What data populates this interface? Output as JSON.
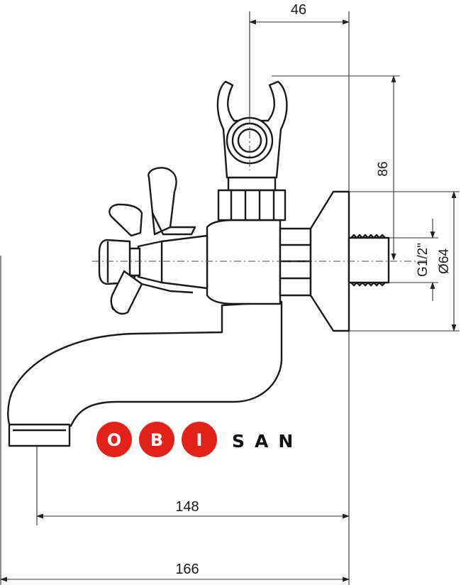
{
  "dimensions": {
    "top_width": "46",
    "height_right": "86",
    "thread": "G1/2\"",
    "flange_diameter": "Ø64",
    "spout_reach": "148",
    "overall_length": "166"
  },
  "logo": {
    "letters": [
      "O",
      "B",
      "I"
    ],
    "suffix": "SAN",
    "accent_color": "#e32119"
  },
  "colors": {
    "line": "#1a1a1a",
    "background": "#ffffff"
  }
}
